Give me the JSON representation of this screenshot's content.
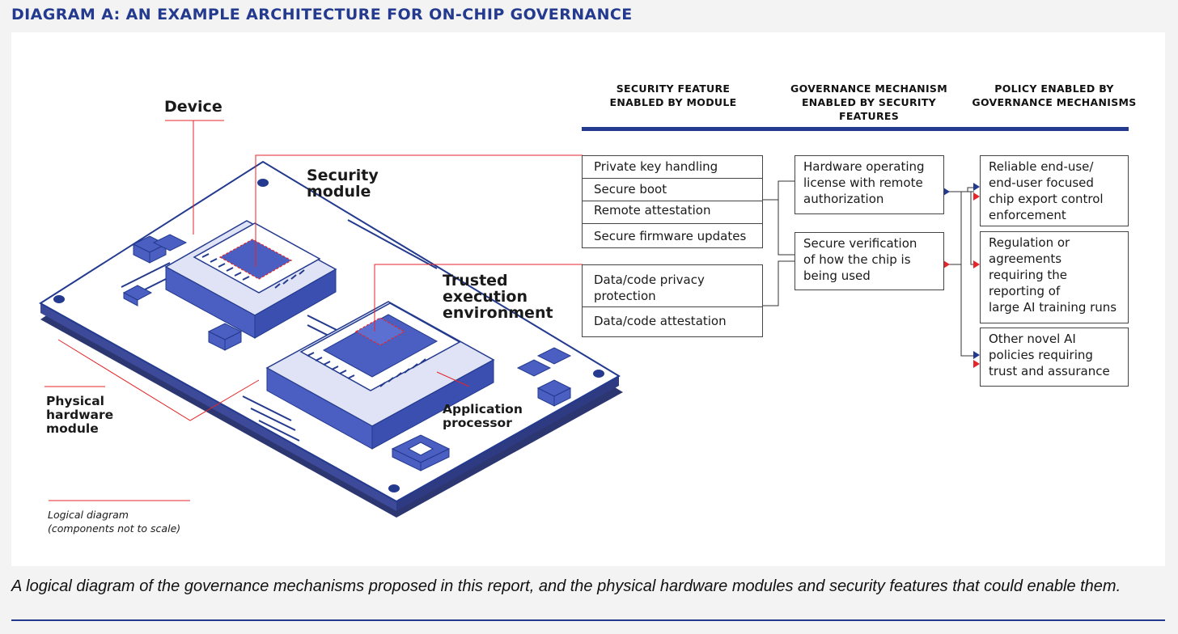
{
  "title": "DIAGRAM A: AN EXAMPLE ARCHITECTURE FOR ON-CHIP GOVERNANCE",
  "caption": "A logical diagram of the governance mechanisms proposed in this report, and the physical hardware modules and security features that could enable them.",
  "columns": {
    "security_feature": [
      "SECURITY FEATURE",
      "ENABLED BY MODULE"
    ],
    "governance_mechanism": [
      "GOVERNANCE MECHANISM",
      "ENABLED BY SECURITY",
      "FEATURES"
    ],
    "policy": [
      "POLICY ENABLED BY",
      "GOVERNANCE MECHANISMS"
    ]
  },
  "security_module_features": [
    "Private key handling",
    "Secure boot",
    "Remote attestation",
    "Secure firmware updates"
  ],
  "tee_features": [
    "Data/code privacy",
    "protection",
    "Data/code attestation"
  ],
  "mechanisms": {
    "hardware_license": [
      "Hardware operating",
      "license with remote",
      "authorization"
    ],
    "secure_verification": [
      "Secure verification",
      "of how the chip is",
      "being used"
    ]
  },
  "policies": {
    "export_control": [
      "Reliable end-use/",
      "end-user focused",
      "chip export control",
      "enforcement"
    ],
    "regulation": [
      "Regulation or",
      "agreements",
      "requiring the",
      "reporting of",
      "large AI training runs"
    ],
    "other": [
      "Other novel AI",
      "policies requiring",
      "trust and assurance"
    ]
  },
  "diagram_labels": {
    "device": "Device",
    "security_module": [
      "Security",
      "module"
    ],
    "tee": [
      "Trusted",
      "execution",
      "environment"
    ],
    "physical_hardware": [
      "Physical",
      "hardware",
      "module"
    ],
    "application_processor": [
      "Application",
      "processor"
    ],
    "note": [
      "Logical diagram",
      "(components not to scale)"
    ]
  },
  "colors": {
    "navy": "#233a8e",
    "chip_blue": "#4a5fc1",
    "chip_light": "#dfe3f5",
    "red": "#e5252a"
  }
}
